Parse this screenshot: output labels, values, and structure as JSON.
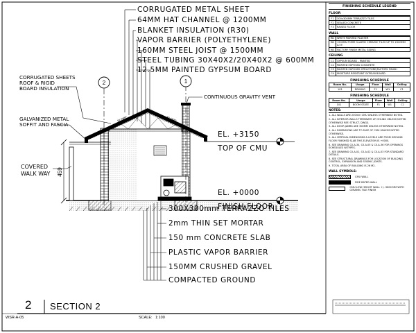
{
  "top_labels": [
    "CORRUGATED METAL SHEET",
    "64MM HAT CHANNEL @ 1200MM",
    "BLANKET INSULATION (R30)",
    "VAPOR BARRIER (POLYETHYLENE)",
    "160MM STEEL JOIST @ 1500MM",
    "STEEL TUBING 30X40X2/20X40X2 @ 600MM",
    "12.5MM PAINTED GYPSUM BOARD"
  ],
  "bottom_labels": [
    "300X300mm TERRAZZO TILES",
    "2mm THIN SET MORTAR",
    "150 mm CONCRETE SLAB",
    "PLASTIC VAPOR BARRIER",
    "150MM CRUSHED GRAVEL",
    "COMPACTED GROUND"
  ],
  "left_labels": {
    "roof": "CORRUGATED SHEETS\nROOF & RIGID\nBOARD INSULATION",
    "soffit": "GALVANIZED METAL\nSOFFIT AND FASCIA",
    "walkway": "COVERED\nWALK WAY"
  },
  "vent_label": "CONTINUOUS GRAVITY VENT",
  "elevations": {
    "top_value": "EL. +3150",
    "top_name": "TOP OF CMU",
    "floor_value": "EL. +0000",
    "floor_name": "FINISH FLOOR"
  },
  "grid_bubbles": [
    "2",
    "1"
  ],
  "dimension": "459",
  "slope_labels": [
    "SLOPE",
    "SLOPE"
  ],
  "legend": {
    "title": "FINISHING SCHEDULE LEGEND",
    "floor": {
      "heading": "FLOOR",
      "items": [
        {
          "code": "F1",
          "text": "300x300MM TERRAZZO TILES"
        },
        {
          "code": "F2",
          "text": "SEALED CONCRETE"
        },
        {
          "code": "F3",
          "text": "RAISED FLOOR"
        }
      ]
    },
    "wall": {
      "heading": "WALL",
      "items": [
        {
          "code": "W1",
          "text": "WHITE PAINTED PLASTER"
        },
        {
          "code": "W2",
          "text": "150MMx75MM GLAZED CERAMIC TILES UP TO 2000MM A.F.F."
        },
        {
          "code": "W3",
          "text": "FACTORY FINISH METAL SIDING"
        }
      ]
    },
    "ceiling": {
      "heading": "CEILING",
      "items": [
        {
          "code": "C1",
          "text": "GYPSUM BOARD - PAINTED"
        },
        {
          "code": "C2",
          "text": "PAINTED EXPOSED CONCRETE"
        },
        {
          "code": "C3",
          "text": "PAINTED EXPOSED STRUCTURE/FACTORY FINISH"
        },
        {
          "code": "C4",
          "text": "MOISTURE RESISTANT GYPSUM BOARD"
        }
      ]
    },
    "schedule1": {
      "title": "FINISHING SCHEDULE",
      "headers": [
        "Room No.",
        "Usage",
        "Floor",
        "Wall",
        "Ceiling"
      ],
      "rows": [
        [
          "101",
          "DRIVING",
          "F1",
          "W1",
          "C1"
        ]
      ]
    },
    "schedule2": {
      "title": "FINISHING SCHEDULE",
      "headers": [
        "Room No.",
        "Usage",
        "Floor",
        "Wall",
        "Ceiling"
      ],
      "rows": [
        [
          "101",
          "BOOM STATE",
          "F1",
          "W1",
          "C1"
        ]
      ]
    },
    "notes_heading": "NOTES:",
    "notes": [
      "1- ALL WALLS ARE 200mm CMU UNLESS OTHERWISE NOTED.",
      "2- ALL INTERIOR WALLS TERMINATE AT CEILING UNLESS NOTED OTHERWISE REF. STRUCT. DWGS.",
      "3- ALL DOOR JAMBS ARE 300MM UNLESS OTHERWISE NOTED.",
      "4- ALL DIMENSIONS ARE TO FACE OF CMU UNLESS NOTED OTHERWISE.",
      "5- ALL VERTICAL DIMENSIONS & LEVELS ARE FROM GROUND FLOOR FINISHED SLAB THIS ELEVATION IS +0000.",
      "6- SEE DRAWING C0-A-34, C0-A-05 & C0-A-36 FOR OPENINGS SCHEDULES W/TYPES.",
      "7- SEE DRAWING C0-A-01, C0-A-02 & C0-A-03 FOR STANDARD DETAILS.",
      "8- SEE STRUCTURAL DRAWINGS FOR LOCATION OF BUILDING CONTROL, EXPANSION AND SEISMIC JOINTS.",
      "9- TOTAL AREA OF BUILDING IS 26 M2."
    ],
    "wall_symbols_heading": "WALL SYMBOLS:",
    "wall_symbols": [
      "CMU WALL",
      "FIRE RATED WALL",
      "CMU LOW HEIGHT WALL +/- 3000 MM WITH CERAMIC TILE FINISH"
    ]
  },
  "title_block": {
    "number": "2",
    "title": "SECTION 2",
    "sheet": "WSR-A-05",
    "scale_label": "SCALE:",
    "scale_value": "1:100"
  }
}
